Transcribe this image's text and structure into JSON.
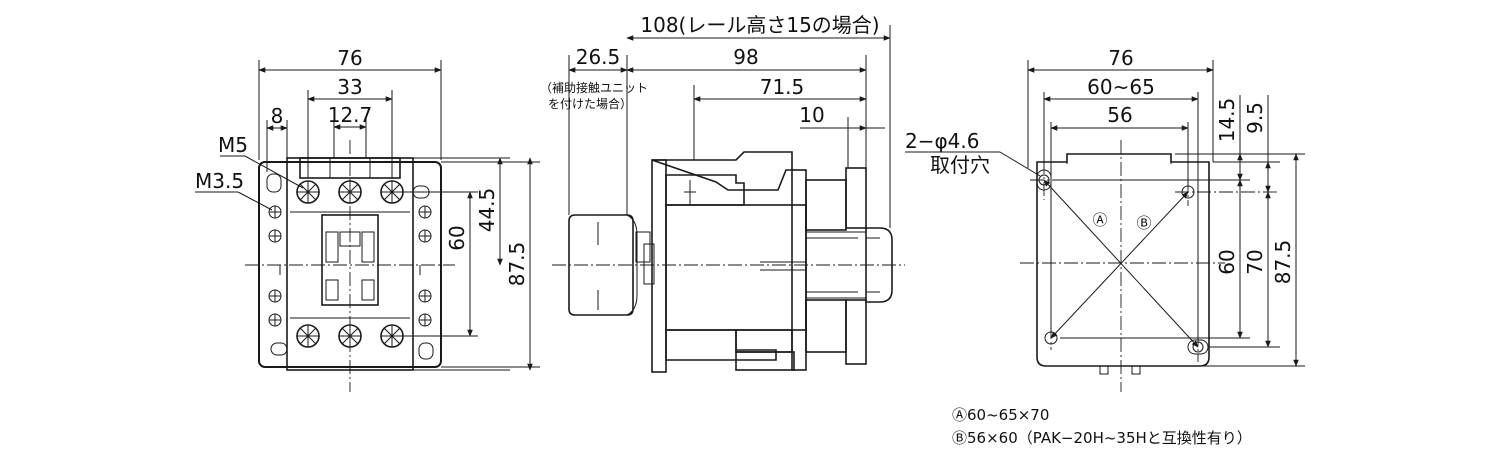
{
  "front_view": {
    "dims": {
      "overall_width": "76",
      "center_pitch": "33",
      "coil_width": "12.7",
      "side_offset": "8",
      "mount_pitch_v": "44.5",
      "mount_height": "60",
      "overall_height": "87.5"
    },
    "labels": {
      "main_terminal": "M5",
      "aux_terminal": "M3.5"
    }
  },
  "side_view": {
    "dims": {
      "total_depth_rail": "108(レール高さ15の場合)",
      "aux_unit_depth": "26.5",
      "body_depth": "98",
      "rail_depth": "71.5",
      "rail_offset": "10"
    },
    "note_line1": "（補助接触ユニット",
    "note_line2": "を付けた場合）"
  },
  "mount_view": {
    "dims": {
      "overall_width": "76",
      "hole_pitch_a": "60~65",
      "hole_pitch_b": "56",
      "offset_top_1": "14.5",
      "offset_top_2": "9.5",
      "pitch_60": "60",
      "pitch_70": "70",
      "overall_height": "87.5"
    },
    "hole_label_1": "2−φ4.6",
    "hole_label_2": "取付穴",
    "mark_a": "Ⓐ",
    "mark_b": "Ⓑ"
  },
  "legend": {
    "a": "Ⓐ60~65×70",
    "b": "Ⓑ56×60（PAK−20H~35Hと互換性有り）"
  }
}
